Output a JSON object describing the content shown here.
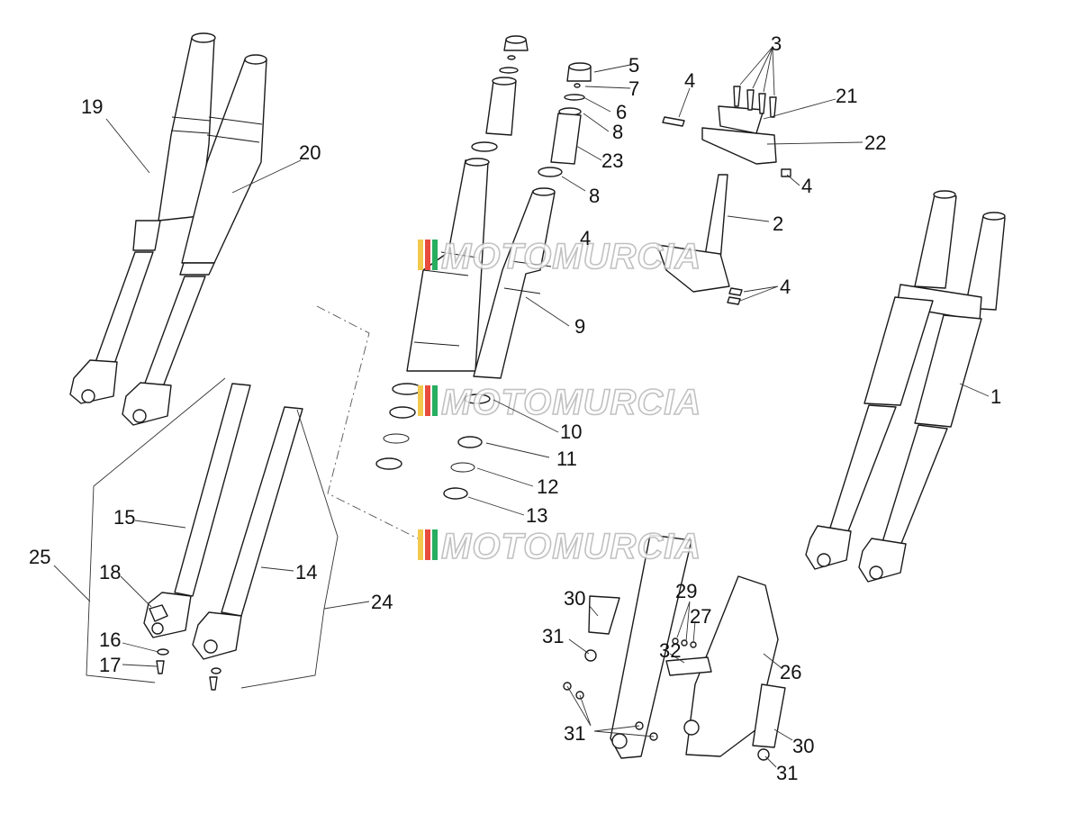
{
  "diagram": {
    "watermark_text": "MOTOMURCIA",
    "watermark_colors": [
      "#f2c94c",
      "#e74c3c",
      "#27ae60",
      "#bdbdbd"
    ],
    "callouts": [
      "1",
      "2",
      "3",
      "4",
      "5",
      "6",
      "7",
      "8",
      "9",
      "10",
      "11",
      "12",
      "13",
      "14",
      "15",
      "16",
      "17",
      "18",
      "19",
      "20",
      "21",
      "22",
      "23",
      "24",
      "25",
      "26",
      "27",
      "29",
      "30",
      "31",
      "32"
    ]
  }
}
